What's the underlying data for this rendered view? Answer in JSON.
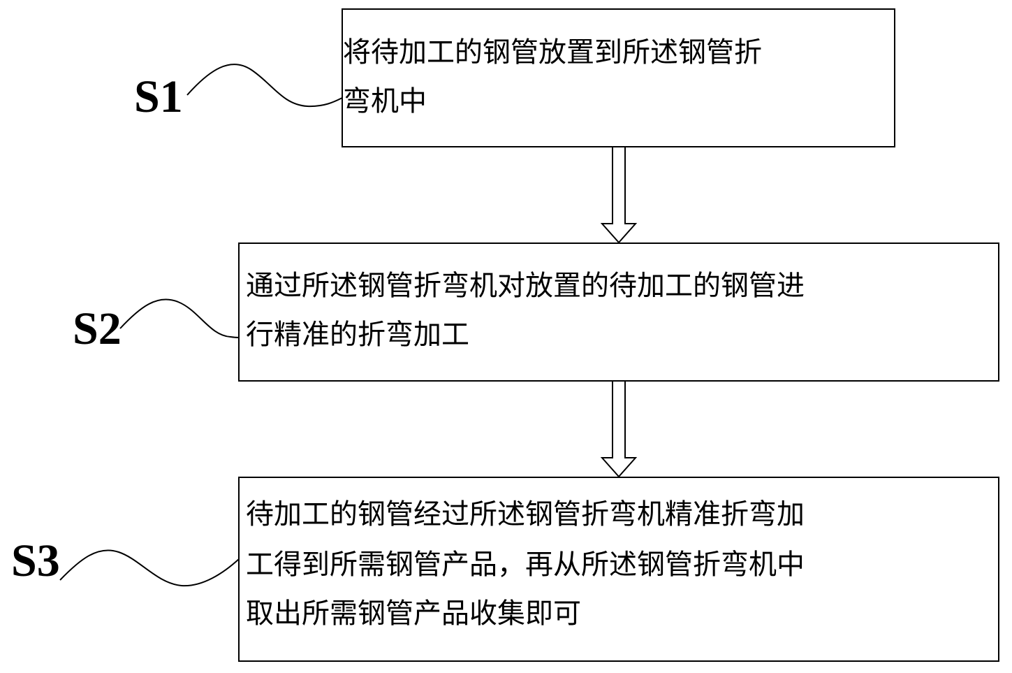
{
  "steps": [
    {
      "label": "S1",
      "lines": [
        "将待加工的钢管放置到所述钢管折",
        "弯机中"
      ]
    },
    {
      "label": "S2",
      "lines": [
        "通过所述钢管折弯机对放置的待加工的钢管进",
        "行精准的折弯加工"
      ]
    },
    {
      "label": "S3",
      "lines": [
        "待加工的钢管经过所述钢管折弯机精准折弯加",
        "工得到所需钢管产品，再从所述钢管折弯机中",
        "取出所需钢管产品收集即可"
      ]
    }
  ],
  "colors": {
    "stroke": "#000000",
    "background": "#ffffff"
  }
}
